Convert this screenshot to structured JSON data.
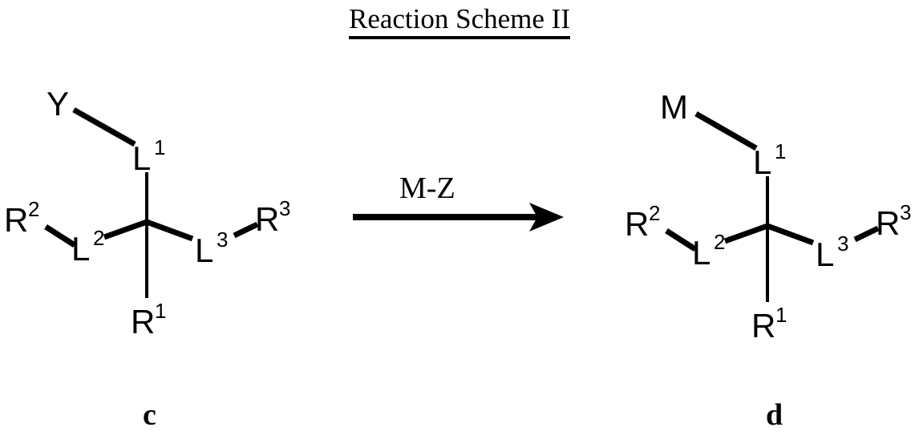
{
  "title": {
    "text": "Reaction Scheme II"
  },
  "reaction": {
    "reagent_label": "M-Z",
    "arrow_icon": "right-arrow-icon"
  },
  "reactant": {
    "compound_label": "c",
    "atoms": {
      "top_substituent": "Y",
      "linker1": "L",
      "linker1_sup": "1",
      "linker2": "L",
      "linker2_sup": "2",
      "linker3": "L",
      "linker3_sup": "3",
      "r1": "R",
      "r1_sup": "1",
      "r2": "R",
      "r2_sup": "2",
      "r3": "R",
      "r3_sup": "3"
    }
  },
  "product": {
    "compound_label": "d",
    "atoms": {
      "top_substituent": "M",
      "linker1": "L",
      "linker1_sup": "1",
      "linker2": "L",
      "linker2_sup": "2",
      "linker3": "L",
      "linker3_sup": "3",
      "r1": "R",
      "r1_sup": "1",
      "r2": "R",
      "r2_sup": "2",
      "r3": "R",
      "r3_sup": "3"
    }
  },
  "colors": {
    "ink": "#000000",
    "background": "#ffffff"
  }
}
